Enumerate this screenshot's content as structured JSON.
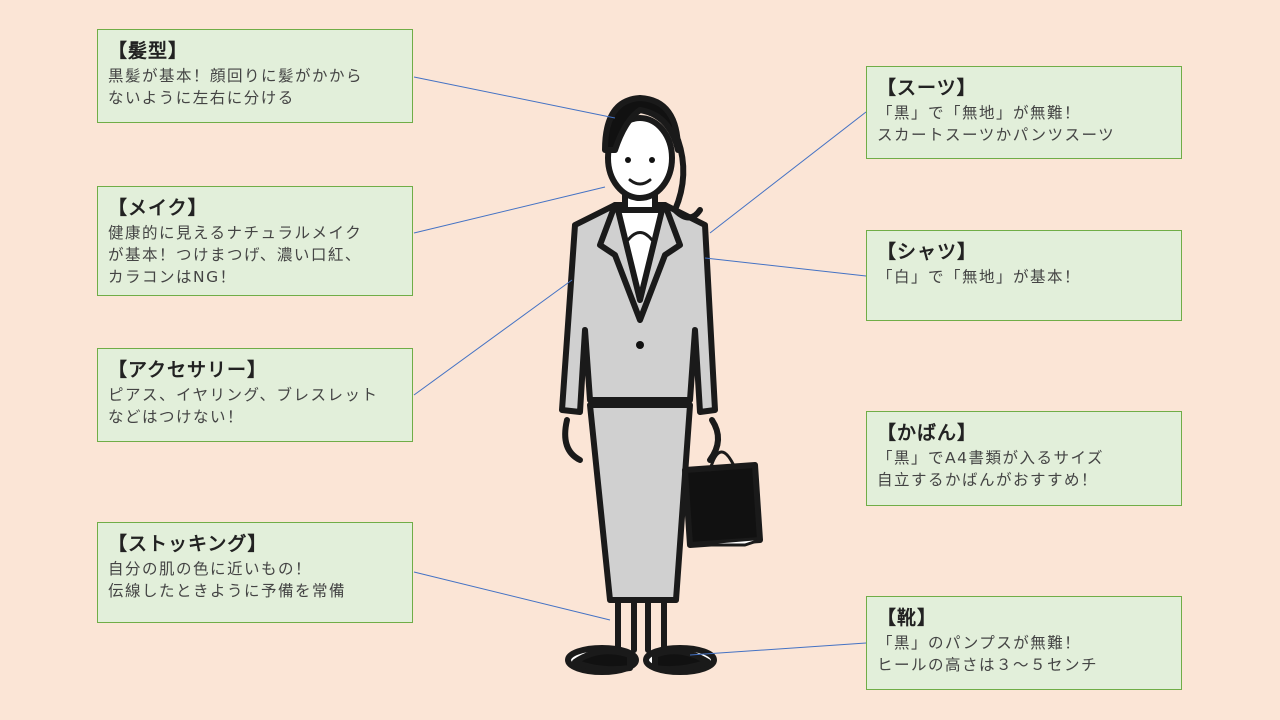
{
  "items": [
    {
      "title": "【髪型】",
      "text": "黒髪が基本！顔回りに髪がかから\nないように左右に分ける"
    },
    {
      "title": "【メイク】",
      "text": "健康的に見えるナチュラルメイク\nが基本！つけまつげ、濃い口紅、\nカラコンはNG！"
    },
    {
      "title": "【アクセサリー】",
      "text": "ピアス、イヤリング、ブレスレット\nなどはつけない！"
    },
    {
      "title": "【ストッキング】",
      "text": "自分の肌の色に近いもの！\n伝線したときように予備を常備"
    },
    {
      "title": "【スーツ】",
      "text": "「黒」で「無地」が無難！\nスカートスーツかパンツスーツ"
    },
    {
      "title": "【シャツ】",
      "text": "「白」で「無地」が基本！"
    },
    {
      "title": "【かばん】",
      "text": "「黒」でA4書類が入るサイズ\n自立するかばんがおすすめ！"
    },
    {
      "title": "【靴】",
      "text": "「黒」のパンプスが無難！\nヒールの高さは３～５センチ"
    }
  ],
  "colors": {
    "background": "#fbe5d6",
    "box_fill": "#e2efda",
    "box_border": "#70ad47",
    "connector": "#4472c4",
    "suit": "#d0d0d0"
  }
}
